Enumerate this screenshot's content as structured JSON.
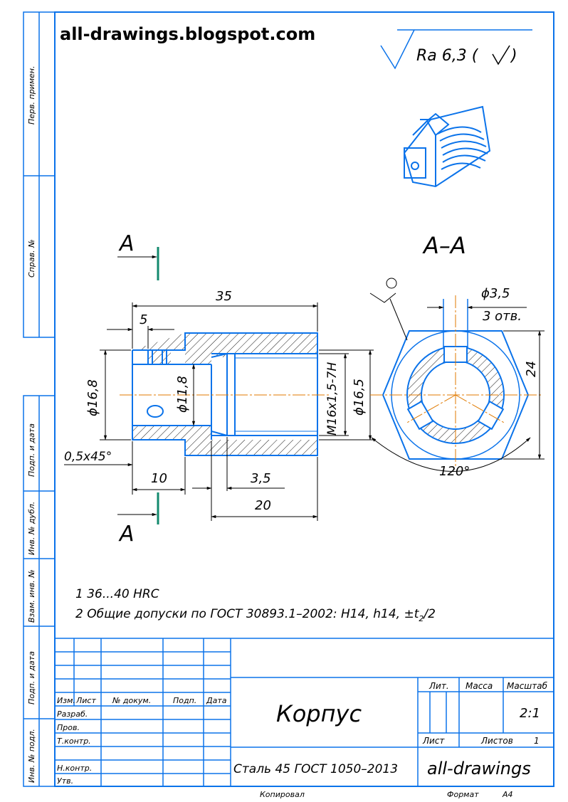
{
  "watermark": "all-drawings.blogspot.com",
  "roughness": "Ra 6,3 (",
  "section_marker": "A",
  "section_title": "A–A",
  "dimensions": {
    "length_total": "35",
    "groove_offset": "5",
    "dia_outer": "ϕ16,8",
    "dia_bore": "ϕ11,8",
    "thread": "M16x1,5-7H",
    "dia_thread": "ϕ16,5",
    "chamfer": "0,5x45°",
    "len_10": "10",
    "len_3_5": "3,5",
    "len_20": "20",
    "hole_dia": "ϕ3,5",
    "hole_count": "3 отв.",
    "across_flats": "24",
    "angle": "120°"
  },
  "notes": [
    "1  36...40 HRC",
    "2  Общие допуски по ГОСТ 30893.1–2002: H14, h14, ±t",
    "2",
    "/2"
  ],
  "side_labels": [
    "Перв. примен.",
    "Справ. №",
    "Подп. и дата",
    "Инв. № дубл.",
    "Взам. инв. №",
    "Подп. и дата",
    "Инв. № подл."
  ],
  "title_block": {
    "col_headers": [
      "Изм.",
      "Лист",
      "№ докум.",
      "Подп.",
      "Дата"
    ],
    "roles": [
      "Разраб.",
      "Пров.",
      "Т.контр.",
      "Н.контр.",
      "Утв."
    ],
    "part_name": "Корпус",
    "material": "Сталь 45 ГОСТ 1050–2013",
    "company": "all-drawings",
    "lit_label": "Лит.",
    "mass_label": "Масса",
    "scale_label": "Масштаб",
    "scale_value": "2:1",
    "sheet_label": "Лист",
    "sheets_label": "Листов",
    "sheets_value": "1",
    "copied_label": "Копировал",
    "format_label": "Формат",
    "format_value": "А4"
  },
  "colors": {
    "outline": "#0b73ea",
    "centerline": "#e07a00",
    "section_marker": "#138a6e"
  }
}
